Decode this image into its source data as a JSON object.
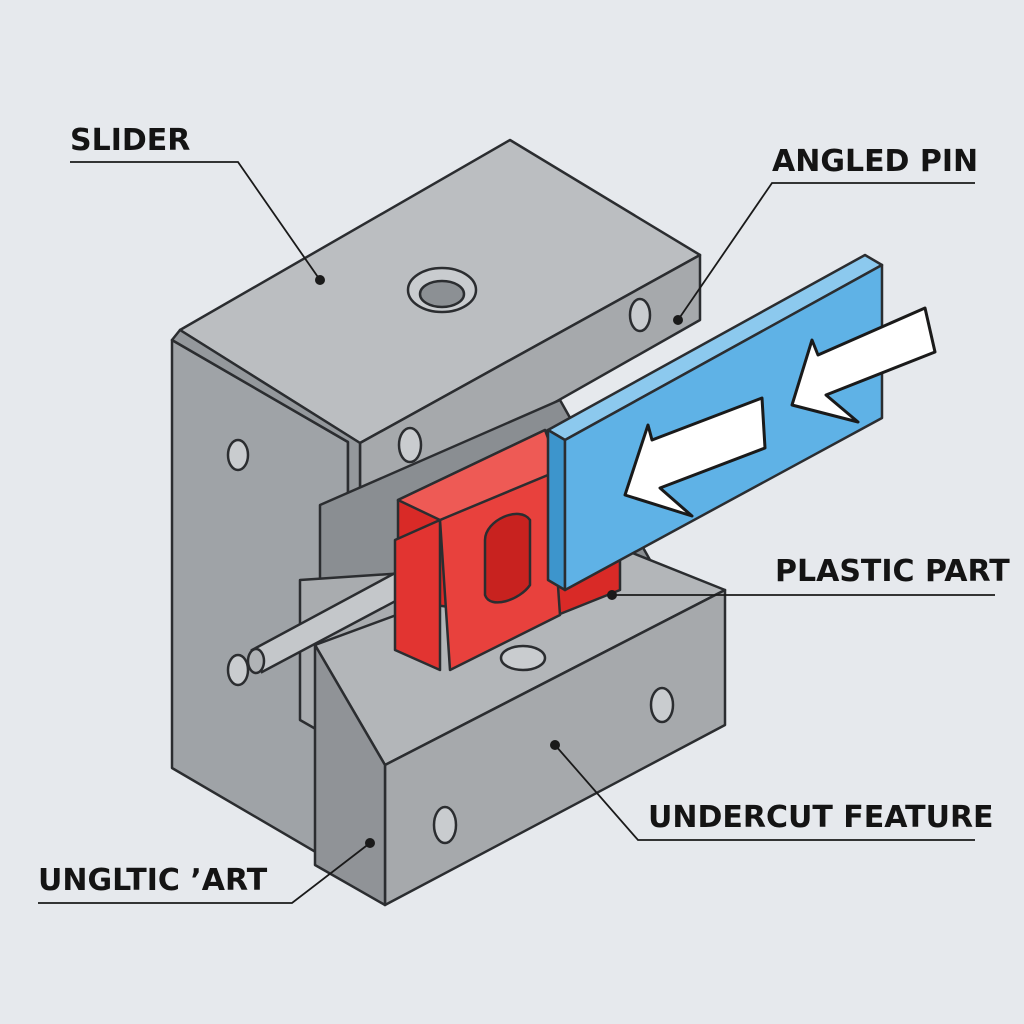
{
  "diagram": {
    "labels": {
      "slider": "SLIDER",
      "angled_pin": "ANGLED PIN",
      "plastic_part": "PLASTIC PART",
      "undercut_feature": "UNDERCUT FEATURE",
      "unglitic_part": "UNGLTIC ʼART"
    },
    "colors": {
      "background": "#e6e9ed",
      "steel_top": "#b9bcbe",
      "steel_front": "#a5a8ab",
      "steel_side": "#8d9094",
      "plastic_part": "#e4312d",
      "angled_pin": "#5fb2e6",
      "arrow": "#ffffff",
      "leader_line": "#1a1a1a"
    },
    "icons": [
      "arrow-left-icon",
      "arrow-left-icon"
    ]
  }
}
